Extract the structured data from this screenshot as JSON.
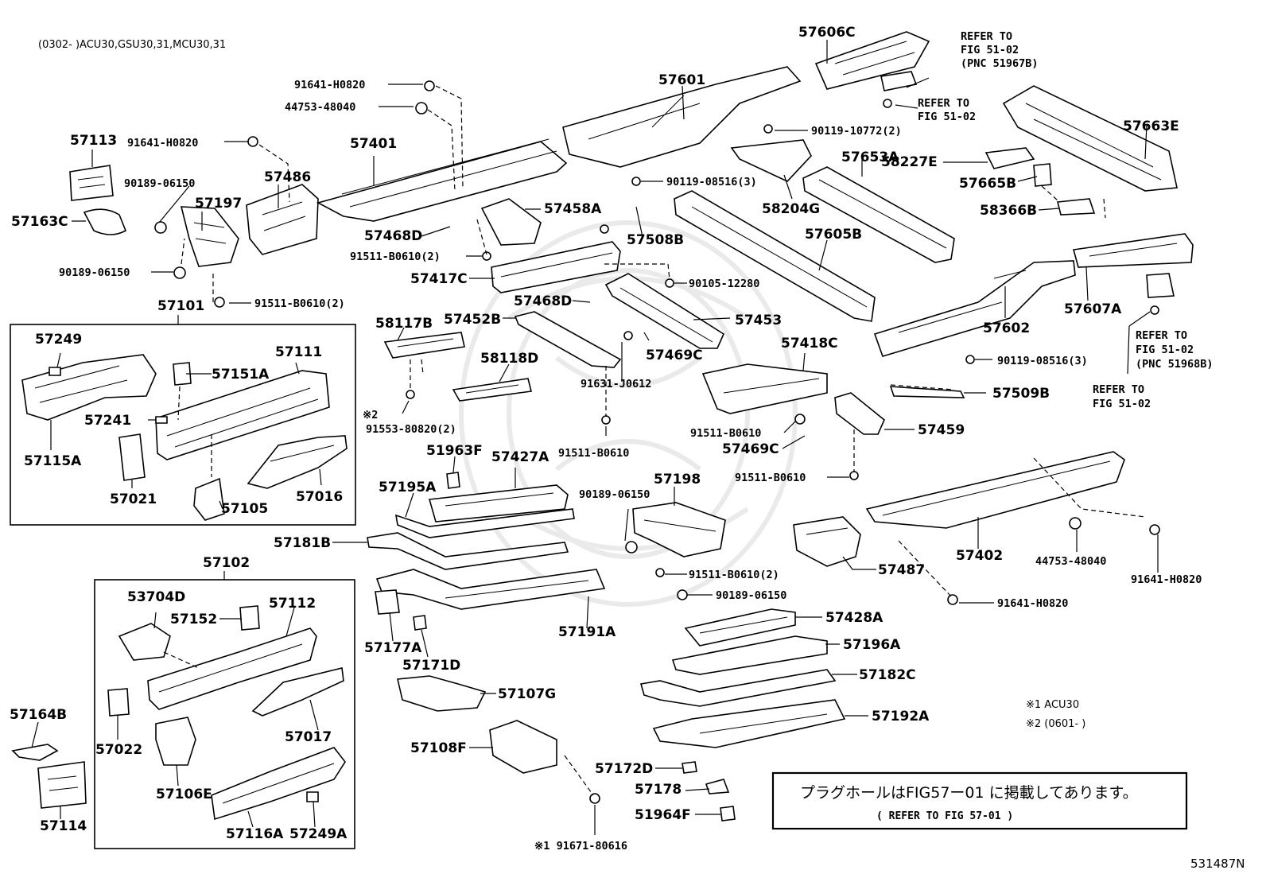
{
  "header": "(0302-    )ACU30,GSU30,31,MCU30,31",
  "footer_code": "531487N",
  "notice": {
    "text": "プラグホールはFIG57ー01 に掲載してあります。",
    "sub": "( REFER TO FIG 57-01 )"
  },
  "notes": [
    "※1 ACU30",
    "※2 (0601-     )"
  ],
  "refs": {
    "r1": [
      "REFER TO",
      "FIG 51-02",
      "(PNC 51967B)"
    ],
    "r2": [
      "REFER TO",
      "FIG 51-02"
    ],
    "r3": [
      "REFER TO",
      "FIG 51-02",
      "(PNC 51968B)"
    ],
    "r4": [
      "REFER TO",
      "FIG 51-02"
    ]
  },
  "group_labels": [
    "57101",
    "57102"
  ],
  "labels": [
    "57113",
    "91641-H0820",
    "90189-06150",
    "57163C",
    "90189-06150",
    "57197",
    "57486",
    "91511-B0610(2)",
    "91641-H0820",
    "44753-48040",
    "57401",
    "57468D",
    "91511-B0610(2)",
    "57458A",
    "57417C",
    "57601",
    "57606C",
    "90119-10772(2)",
    "90119-08516(3)",
    "57508B",
    "58204G",
    "57653A",
    "57605B",
    "90105-12280",
    "57468D",
    "57453",
    "57452B",
    "58117B",
    "57469C",
    "58118D",
    "91631-J0612",
    "91553-80820(2)",
    "91511-B0610",
    "57663E",
    "58227E",
    "57665B",
    "58366B",
    "57602",
    "57607A",
    "90119-08516(3)",
    "57509B",
    "57418C",
    "91511-B0610",
    "57469C",
    "57459",
    "91511-B0610",
    "57249",
    "57111",
    "57151A",
    "57241",
    "57115A",
    "57021",
    "57016",
    "57105",
    "51963F",
    "57427A",
    "57195A",
    "57181B",
    "57198",
    "90189-06150",
    "91511-B0610(2)",
    "90189-06150",
    "57487",
    "57402",
    "44753-48040",
    "91641-H0820",
    "91641-H0820",
    "57177A",
    "57171D",
    "57191A",
    "57428A",
    "57196A",
    "57182C",
    "57192A",
    "57107G",
    "57108F",
    "57172D",
    "57178",
    "51964F",
    "※1 91671-80616",
    "53704D",
    "57152",
    "57112",
    "57022",
    "57017",
    "57106E",
    "57116A",
    "57249A",
    "57164B",
    "57114",
    "※2"
  ]
}
